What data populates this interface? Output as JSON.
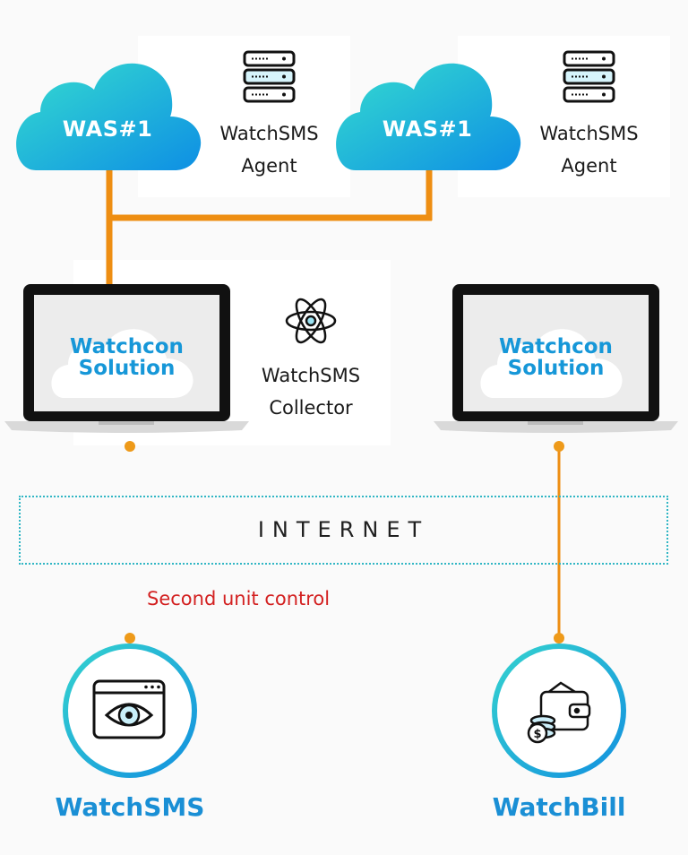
{
  "clouds": [
    {
      "label": "WAS#1"
    },
    {
      "label": "WAS#1"
    }
  ],
  "agents": [
    {
      "line1": "WatchSMS",
      "line2": "Agent"
    },
    {
      "line1": "WatchSMS",
      "line2": "Agent"
    }
  ],
  "laptops": [
    {
      "line1": "Watchcon",
      "line2": "Solution"
    },
    {
      "line1": "Watchcon",
      "line2": "Solution"
    }
  ],
  "collector": {
    "line1": "WatchSMS",
    "line2": "Collector"
  },
  "internet": {
    "label": "INTERNET"
  },
  "annotation": {
    "label": "Second unit control"
  },
  "products": [
    {
      "label": "WatchSMS",
      "icon": "eye-window-icon"
    },
    {
      "label": "WatchBill",
      "icon": "wallet-icon"
    }
  ],
  "colors": {
    "connector": "#ee8e12",
    "brand_blue": "#1697d8",
    "cloud_start": "#2fd6cf",
    "cloud_end": "#1297e3",
    "annotation": "#d32121"
  }
}
